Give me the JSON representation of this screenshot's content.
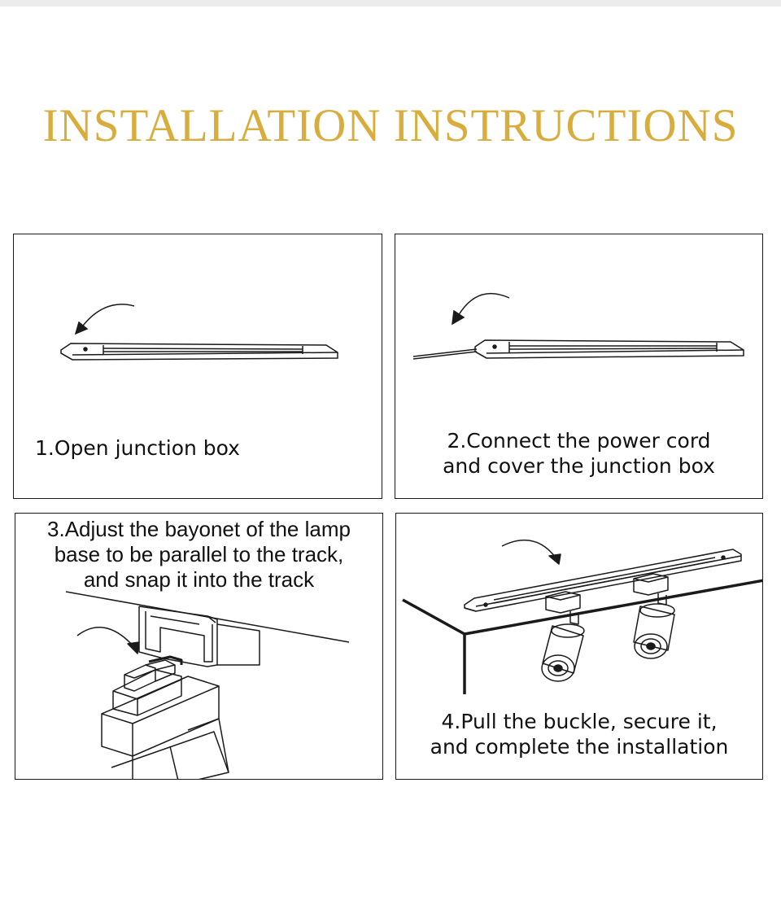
{
  "title": "INSTALLATION INSTRUCTIONS",
  "colors": {
    "title": "#d9ad3c",
    "line": "#1a1a1a",
    "background": "#ffffff"
  },
  "steps": [
    {
      "caption": "1.Open junction box",
      "icon": "track-rail-with-arrow"
    },
    {
      "caption": "2.Connect the power cord\nand cover the junction box",
      "icon": "track-rail-with-power-cord"
    },
    {
      "caption": "3.Adjust the bayonet of the lamp\nbase to be parallel to the track,\nand snap it into the track",
      "icon": "lamp-base-snap-into-track"
    },
    {
      "caption": "4.Pull the buckle, secure it,\nand complete the installation",
      "icon": "spotlights-mounted-on-track"
    }
  ]
}
